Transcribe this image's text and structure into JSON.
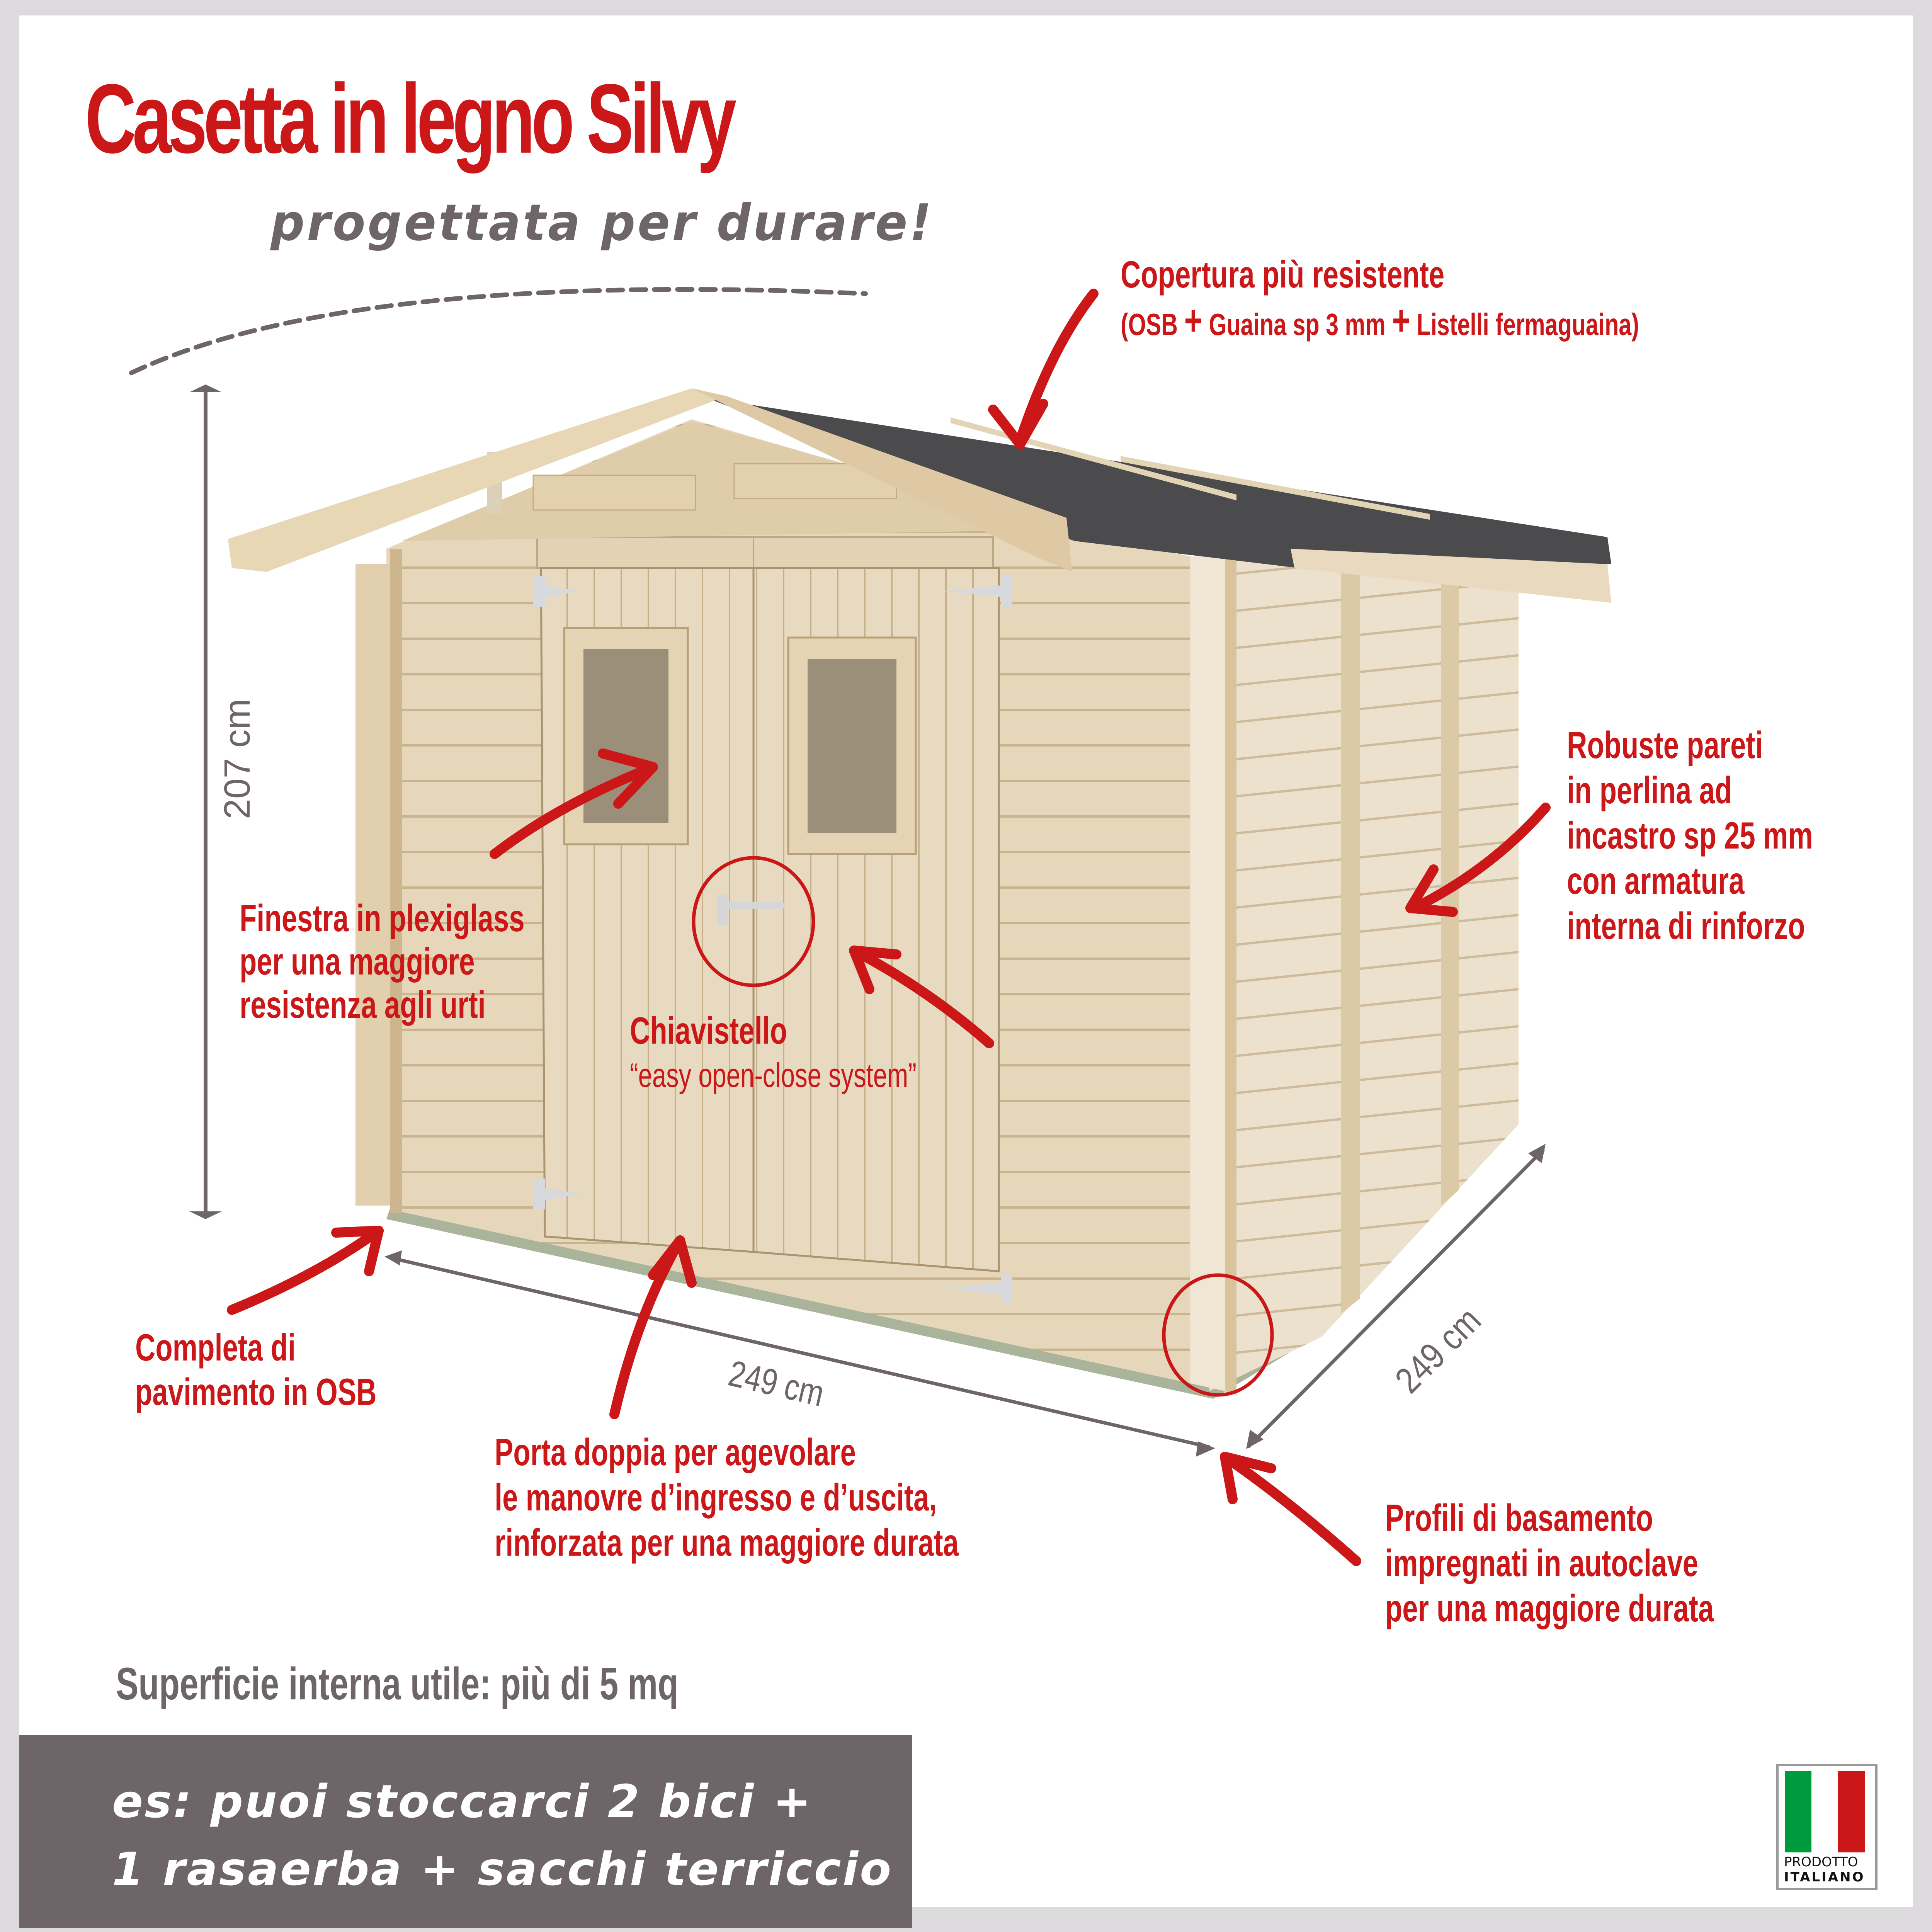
{
  "header": {
    "title": "Casetta in legno Silvy",
    "subtitle": "progettata per durare!"
  },
  "dimensions": {
    "height": "207 cm",
    "width_front": "249 cm",
    "depth_side": "249 cm"
  },
  "callouts": {
    "roof": {
      "line1": "Copertura più resistente",
      "line2_a": "(OSB",
      "line2_b": "Guaina sp 3 mm",
      "line2_c": "Listelli fermaguaina)",
      "plus": "+"
    },
    "walls": {
      "lines": [
        "Robuste pareti",
        "in perlina ad",
        "incastro sp 25 mm",
        "con armatura",
        "interna di rinforzo"
      ]
    },
    "window": {
      "lines": [
        "Finestra in plexiglass",
        "per una maggiore",
        "resistenza agli urti"
      ]
    },
    "latch": {
      "line1": "Chiavistello",
      "line2": "“easy open-close system”"
    },
    "floor": {
      "lines": [
        "Completa di",
        "pavimento in OSB"
      ]
    },
    "door": {
      "lines": [
        "Porta doppia per agevolare",
        "le manovre d’ingresso e d’uscita,",
        "rinforzata per una maggiore durata"
      ]
    },
    "base": {
      "lines": [
        "Profili di basamento",
        "impregnati in autoclave",
        "per una maggiore durata"
      ]
    }
  },
  "surface_note": "Superficie interna utile: più di 5 mq",
  "banner": {
    "lines": [
      "es: puoi stoccarci 2 bici +",
      "1 rasaerba + sacchi terriccio"
    ]
  },
  "badge": {
    "line1": "PRODOTTO",
    "line2": "ITALIANO",
    "flag_colors": [
      "#009a3e",
      "#ffffff",
      "#cc1719"
    ]
  },
  "colors": {
    "accent_red": "#cc1719",
    "text_gray": "#6d6568",
    "wood_light": "#e9dcc4",
    "wood_mid": "#d9c6a4",
    "roof_dark": "#4a4a4c",
    "base_green": "#a9b49a"
  }
}
